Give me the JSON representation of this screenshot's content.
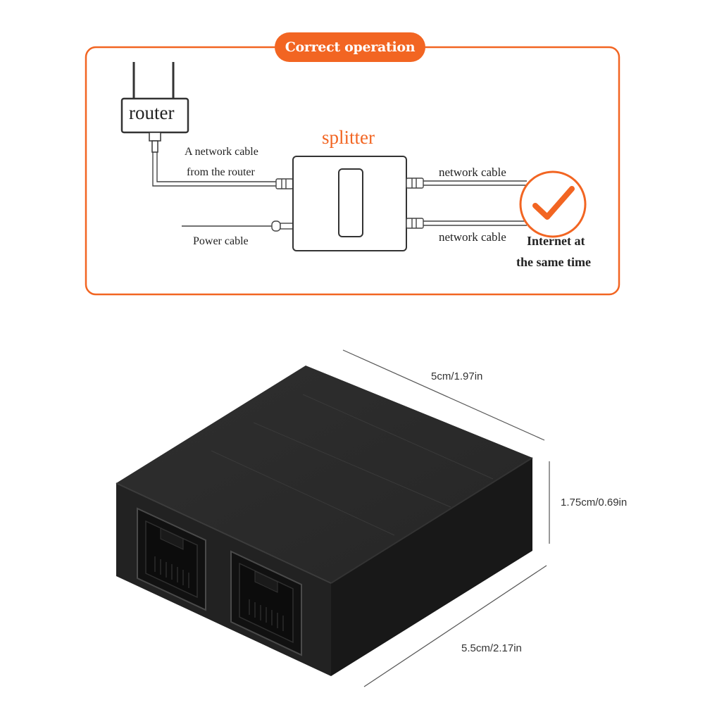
{
  "operation_panel": {
    "badge": "Correct operation",
    "router_label": "router",
    "splitter_label": "splitter",
    "input_cable_line1": "A network cable",
    "input_cable_line2": "from the router",
    "power_cable": "Power cable",
    "output_cable_top": "network cable",
    "output_cable_bottom": "network cable",
    "result_line1": "Internet at",
    "result_line2": "the same time",
    "check_icon": "checkmark-icon"
  },
  "product_dimensions": {
    "length": "5cm/1.97in",
    "height": "1.75cm/0.69in",
    "width": "5.5cm/2.17in"
  },
  "colors": {
    "accent": "#f26522",
    "device": "#262626"
  }
}
